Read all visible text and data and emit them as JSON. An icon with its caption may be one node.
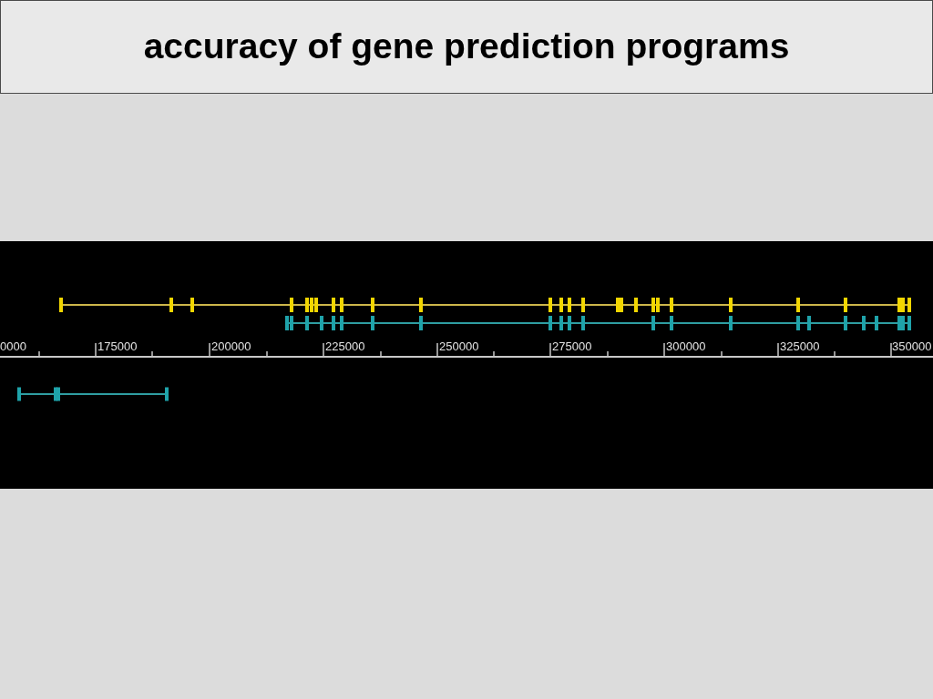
{
  "diagram": {
    "title": "accuracy of gene prediction programs",
    "labels": [
      "0000",
      "175000",
      "200000",
      "225000",
      "250000",
      "275000",
      "300000",
      "325000",
      "350000"
    ]
  }
}
